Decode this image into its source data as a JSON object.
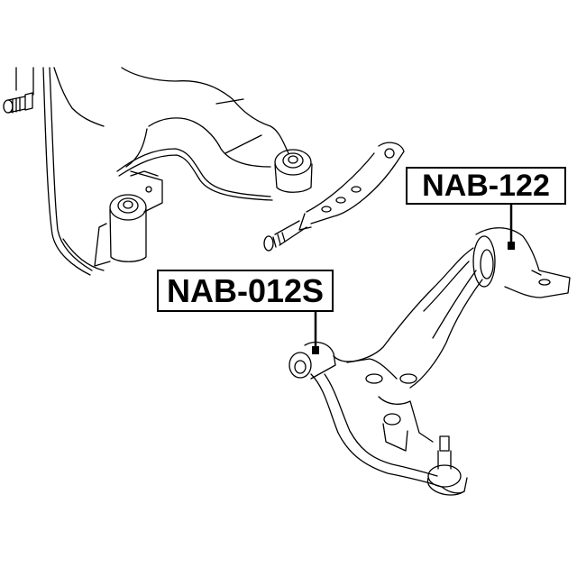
{
  "diagram": {
    "type": "exploded parts diagram - front suspension lower control arm and subframe",
    "labels": [
      {
        "id": "nab-122",
        "text": "NAB-122",
        "points_to": "rear bushing of lower control arm"
      },
      {
        "id": "nab-012s",
        "text": "NAB-012S",
        "points_to": "front bushing of lower control arm"
      }
    ],
    "components": [
      "front subframe / crossmember (top-left)",
      "subframe mount bushings",
      "stud bolt",
      "tension rod / link with threaded end",
      "lower control arm with ball joint (bottom-right)"
    ],
    "colors": {
      "line": "#000000",
      "background": "#ffffff"
    }
  }
}
